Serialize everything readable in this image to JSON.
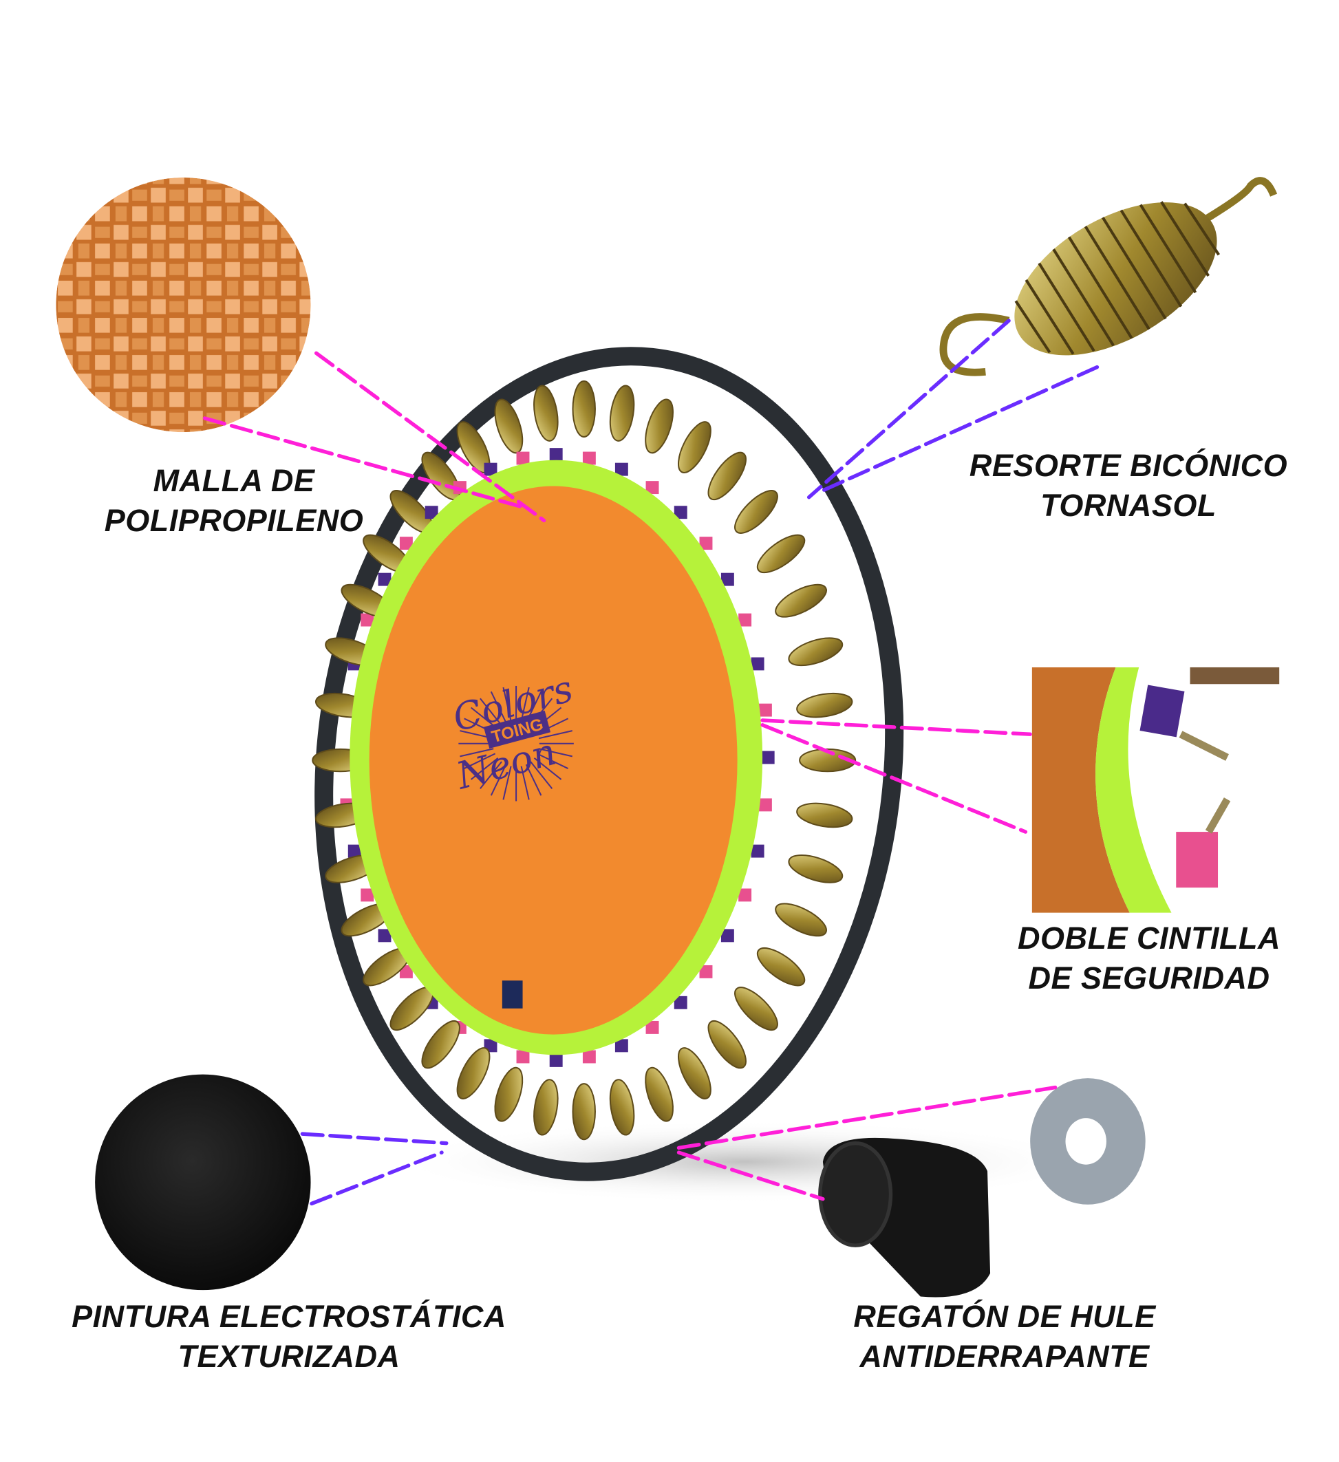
{
  "labels": {
    "mesh": [
      "MALLA DE",
      "POLIPROPILENO"
    ],
    "spring": [
      "RESORTE BICÓNICO",
      "TORNASOL"
    ],
    "strap": [
      "DOBLE CINTILLA",
      "DE SEGURIDAD"
    ],
    "paint": [
      "PINTURA ELECTROSTÁTICA",
      "TEXTURIZADA"
    ],
    "foot": [
      "REGATÓN DE HULE",
      "ANTIDERRAPANTE"
    ]
  },
  "logo": {
    "line1": "Colors",
    "brand": "TOING",
    "line2": "Neon"
  },
  "colors": {
    "magenta_line": "#ff1fd8",
    "purple_line": "#6a2cff",
    "mat": "#f28a2e",
    "rim": "#b6f23a",
    "frame": "#2a2e33",
    "strap_pink": "#e8508f",
    "strap_purple": "#4a2a8a",
    "logo": "#4b2f86"
  }
}
